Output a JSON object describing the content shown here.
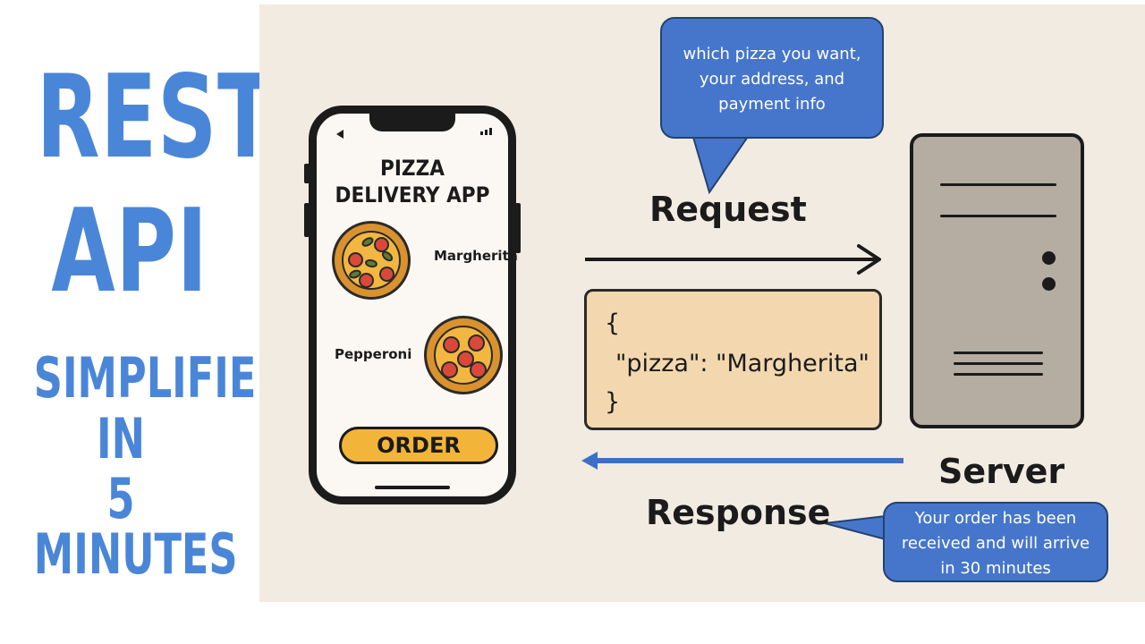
{
  "title": {
    "line1": "REST",
    "line2": "API",
    "line3": "SIMPLIFIED",
    "line4": "IN",
    "line5": "5 MINUTES"
  },
  "phone": {
    "app_title_line1": "PIZZA",
    "app_title_line2": "DELIVERY APP",
    "items": [
      {
        "label": "Margherita",
        "icon": "pizza-icon"
      },
      {
        "label": "Pepperoni",
        "icon": "pizza-icon"
      }
    ],
    "order_button": "ORDER"
  },
  "request": {
    "label": "Request",
    "bubble_lines": [
      "which pizza you want,",
      "your address, and",
      "payment info"
    ],
    "json": {
      "open": "{",
      "body": "\"pizza\": \"Margherita\"",
      "close": "}"
    }
  },
  "server": {
    "label": "Server",
    "icon": "server-icon"
  },
  "response": {
    "label": "Response",
    "bubble_lines": [
      "Your order has been",
      "received and will arrive",
      "in 30 minutes"
    ]
  },
  "colors": {
    "title_blue": "#4a86d8",
    "panel_bg": "#f2ebe1",
    "bubble_blue": "#4676cb",
    "response_arrow": "#3f6fc4",
    "order_yellow": "#f2b53a",
    "json_bg": "#f3d8af",
    "server_gray": "#b5aca2"
  }
}
